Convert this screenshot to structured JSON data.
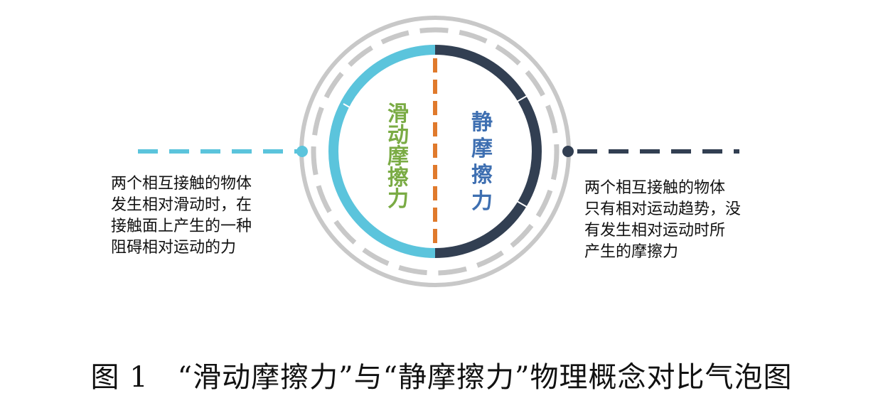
{
  "left_bubble": {
    "label": "滑动摩擦力",
    "description_lines": [
      "两个相互接触的物体",
      "发生相对滑动时，在",
      "接触面上产生的一种",
      "阻碍相对运动的力"
    ],
    "color": "#5bc4dc",
    "label_color": "#7aab44"
  },
  "right_bubble": {
    "label": "静摩擦力",
    "description_lines": [
      "两个相互接触的物体",
      "只有相对运动趋势，没",
      "有发生相对运动时所",
      "产生的摩擦力"
    ],
    "color": "#323f52",
    "label_color": "#3e6fb1"
  },
  "colors": {
    "outer_ring": "#c8c8c8",
    "divider": "#e07a2c"
  },
  "caption": "图 1　“滑动摩擦力”与“静摩擦力”物理概念对比气泡图"
}
